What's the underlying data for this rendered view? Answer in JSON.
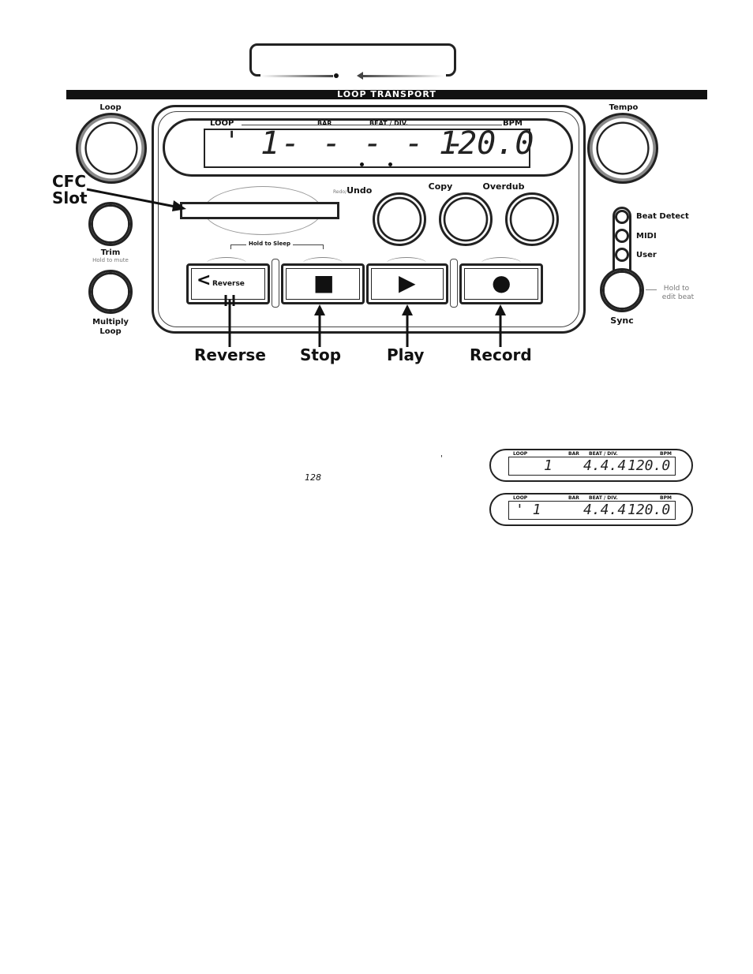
{
  "panel": {
    "section_title": "LOOP TRANSPORT",
    "display": {
      "loop_label": "LOOP",
      "bar_label": "BAR",
      "beat_label": "BEAT / DIV.",
      "bpm_label": "BPM",
      "loop_digit": "'",
      "bar_readout": "1- - - - -",
      "bpm_readout": "120.0"
    },
    "knobs": {
      "loop": "Loop",
      "tempo": "Tempo",
      "trim": "Trim",
      "trim_hint": "Hold to mute",
      "multiply": "Multiply",
      "multiply_line2": "Loop",
      "sync": "Sync",
      "sync_hint_1": "Hold to",
      "sync_hint_2": "edit beat"
    },
    "buttons": {
      "undo_prefix": "Redo/",
      "undo": "Undo",
      "copy": "Copy",
      "overdub": "Overdub",
      "hold_to_sleep": "Hold to Sleep",
      "reverse": "Reverse",
      "stop_glyph": "■",
      "play_glyph": "▶",
      "record_glyph": "●"
    },
    "leds": [
      "Beat Detect",
      "MIDI",
      "User"
    ]
  },
  "callouts": {
    "cfc_slot_1": "CFC",
    "cfc_slot_2": "Slot",
    "reverse": "Reverse",
    "stop": "Stop",
    "play": "Play",
    "record": "Record"
  },
  "body": {
    "stray_mark": "'",
    "value_128": "128"
  },
  "mini_displays": [
    {
      "loop_label": "LOOP",
      "bar_label": "BAR",
      "beat_label": "BEAT / DIV.",
      "bpm_label": "BPM",
      "loop_digit": "1",
      "beat": "4.4.4",
      "bpm": "120.0"
    },
    {
      "loop_label": "LOOP",
      "bar_label": "BAR",
      "beat_label": "BEAT / DIV.",
      "bpm_label": "BPM",
      "loop_digit": "' 1",
      "beat": "4.4.4",
      "bpm": "120.0"
    }
  ]
}
